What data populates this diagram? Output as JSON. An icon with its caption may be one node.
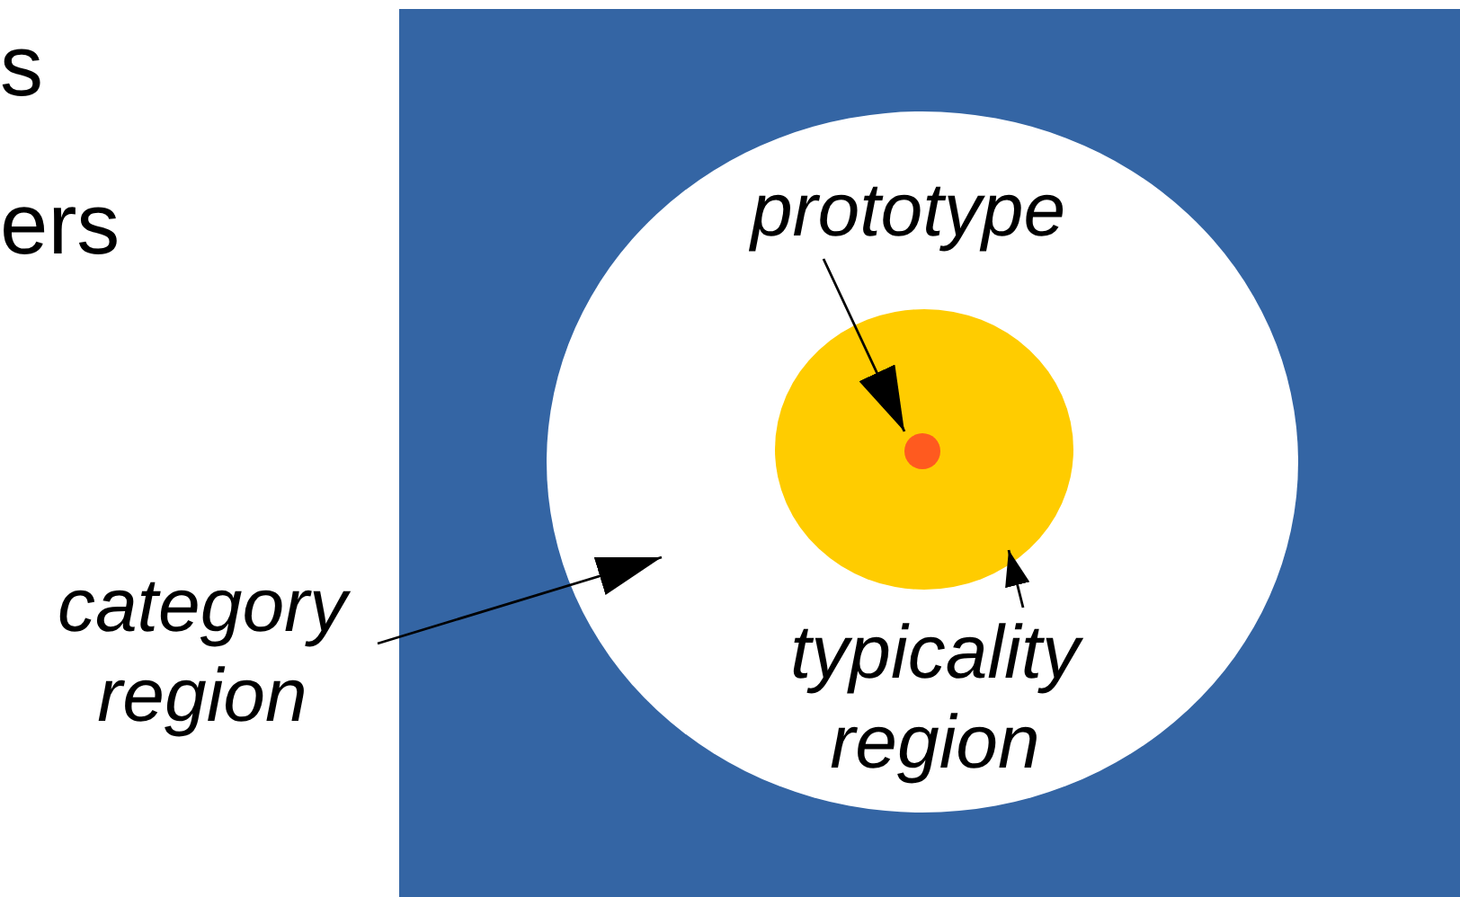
{
  "diagram": {
    "nodes": [
      {
        "text": [
          "category region"
        ]
      },
      {
        "text": [],
        "shape": "circle"
      },
      {
        "text": [
          "prototype"
        ],
        "in": 1
      },
      {
        "text": [],
        "shape": "circle",
        "in": 1
      },
      {
        "text": [],
        "shape": "circle",
        "in": 3
      },
      {
        "text": [
          "typicality region"
        ],
        "in": 1
      }
    ],
    "edges": [
      {
        "from": 0,
        "to": 1,
        "arrow": "to"
      },
      {
        "from": 2,
        "to": 4,
        "arrow": "to"
      },
      {
        "from": 5,
        "to": 3,
        "arrow": "to"
      }
    ],
    "labels": [
      "s",
      "ers"
    ]
  }
}
